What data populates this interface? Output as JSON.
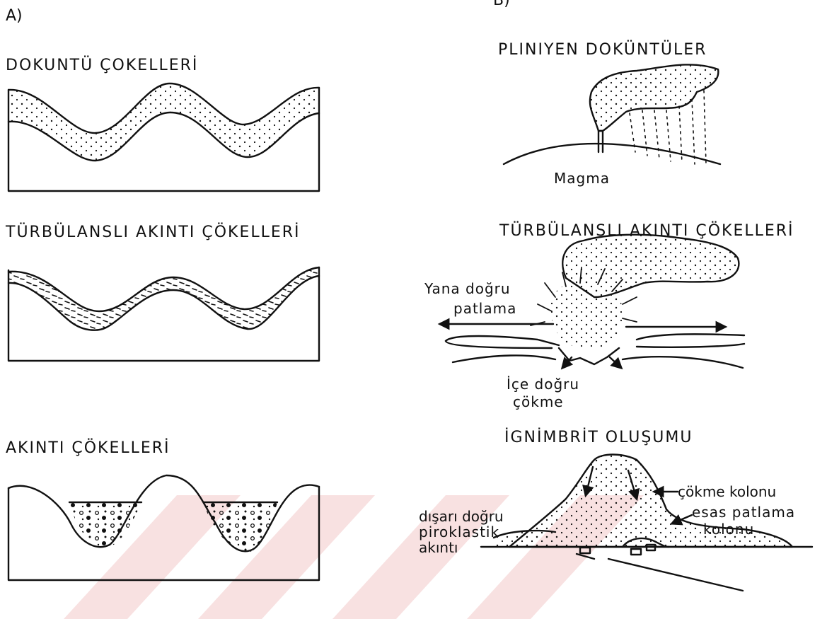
{
  "panel_a": {
    "label": "A)",
    "sections": [
      {
        "title": "DOKUNTÜ ÇOKELLERİ"
      },
      {
        "title": "TÜRBÜLANSLI AKINTI ÇÖKELLERİ"
      },
      {
        "title": "AKINTI ÇÖKELLERİ"
      }
    ]
  },
  "panel_b": {
    "label": "B)",
    "sections": [
      {
        "title": "PLINIYEN DOKÜNTÜLER",
        "labels": [
          "Magma"
        ]
      },
      {
        "title": "TÜRBÜLANSLI AKINTI ÇÖKELLERİ",
        "labels": [
          "Yana doğru",
          "patlama",
          "İçe doğru",
          "çökme"
        ]
      },
      {
        "title": "İGNİMBRİT OLUŞUMU",
        "labels": [
          "çökme kolonu",
          "esas patlama",
          "kolonu",
          "dışarı doğru",
          "piroklastik",
          "akıntı"
        ]
      }
    ]
  },
  "colors": {
    "ink": "#111111",
    "watermark": "#f6dada"
  }
}
